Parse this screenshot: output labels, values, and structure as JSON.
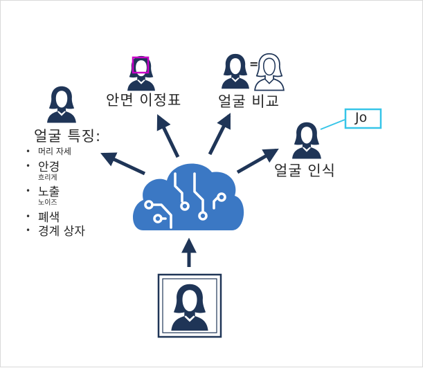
{
  "labels": {
    "face_landmarks": "안면 이정표",
    "face_compare": "얼굴 비교",
    "face_attributes": "얼굴 특징:",
    "face_recognition": "얼굴 인식",
    "identity_tag": "Jo",
    "equals_sign": "="
  },
  "attributes": [
    {
      "text": "머리 자세",
      "size": "s",
      "bullet": true
    },
    {
      "text": "안경",
      "size": "m",
      "bullet": true
    },
    {
      "text": "흐리게",
      "size": "t",
      "bullet": false
    },
    {
      "text": "노출",
      "size": "m",
      "bullet": true
    },
    {
      "text": "노이즈",
      "size": "t",
      "bullet": false
    },
    {
      "text": "폐색",
      "size": "m",
      "bullet": true
    },
    {
      "text": "경계 상자",
      "size": "m",
      "bullet": true
    }
  ],
  "colors": {
    "figure": "#1f3557",
    "arrow": "#1f3557",
    "cloud": "#3b78c4",
    "landmark_box": "#c800c8",
    "tag_border": "#36c5e8",
    "text": "#262626"
  },
  "icons": [
    "person-icon",
    "cloud-ai-icon",
    "photo-frame-icon",
    "identity-tag-icon"
  ]
}
